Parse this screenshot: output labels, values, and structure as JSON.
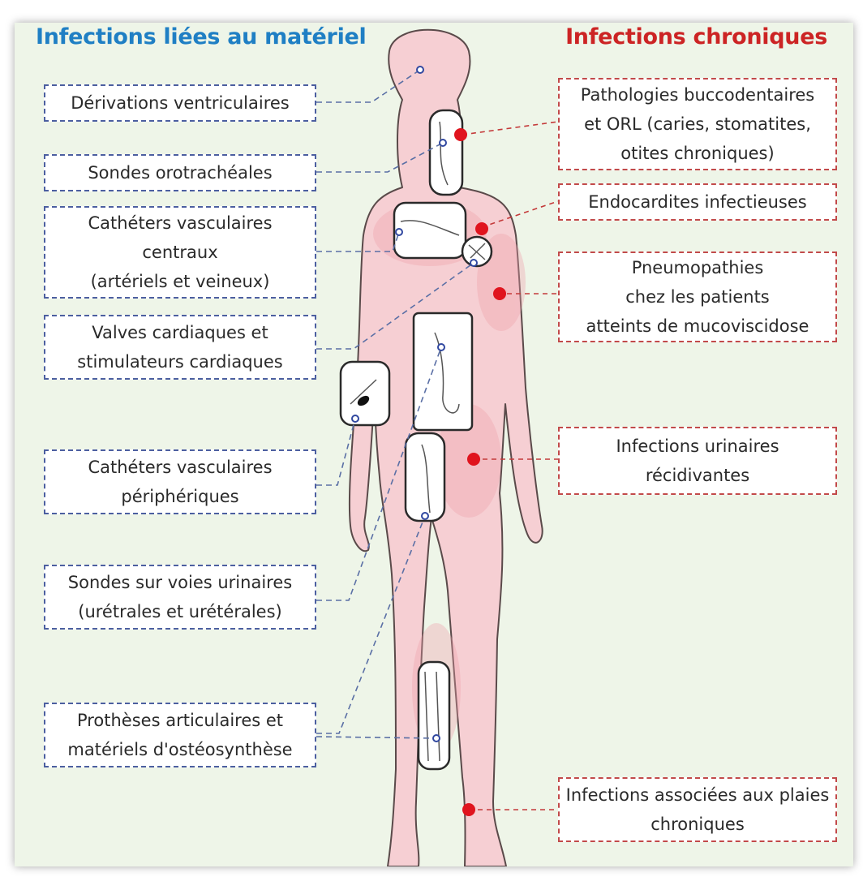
{
  "headings": {
    "left": "Infections liées au matériel",
    "right": "Infections chroniques"
  },
  "device_infections": [
    "Dérivations ventriculaires",
    "Sondes orotrachéales",
    "Cathéters vasculaires\ncentraux\n(artériels et veineux)",
    "Valves cardiaques et\nstimulateurs cardiaques",
    "Cathéters vasculaires\npériphériques",
    "Sondes sur voies urinaires\n(urétrales et urétérales)",
    "Prothèses articulaires et\nmatériels d'ostéosynthèse"
  ],
  "chronic_infections": [
    "Pathologies buccodentaires\net ORL (caries, stomatites,\notites chroniques)",
    "Endocardites infectieuses",
    "Pneumopathies\nchez les patients\natteints de mucoviscidose",
    "Infections urinaires\nrécidivantes",
    "Infections associées aux plaies\nchroniques"
  ],
  "colors": {
    "device_accent": "#1f7fc4",
    "chronic_accent": "#cc2424",
    "body_fill": "#f6cfd3",
    "infection_dot": "#e0141e",
    "background": "#eef5e8"
  }
}
